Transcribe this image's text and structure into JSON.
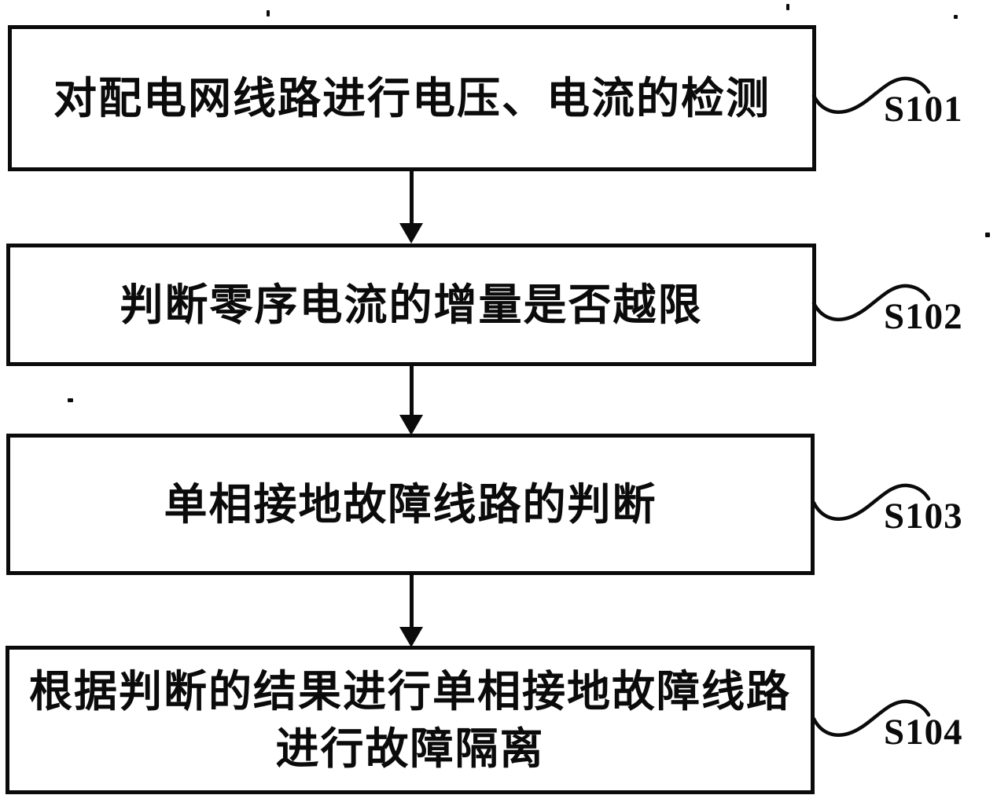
{
  "figure": {
    "type": "flowchart",
    "background_color": "#ffffff",
    "ink_color": "#0b0b0b",
    "steps": [
      {
        "text": "对配电网线路进行电压、电流的检测",
        "label": "S101"
      },
      {
        "text": "判断零序电流的增量是否越限",
        "label": "S102"
      },
      {
        "text": "单相接地故障线路的判断",
        "label": "S103"
      },
      {
        "text": "根据判断的结果进行单相接地故障线路进行故障隔离",
        "label": "S104"
      }
    ],
    "connector_style": "wavy-tilde-line",
    "arrow_style": "solid-triangle-down"
  }
}
